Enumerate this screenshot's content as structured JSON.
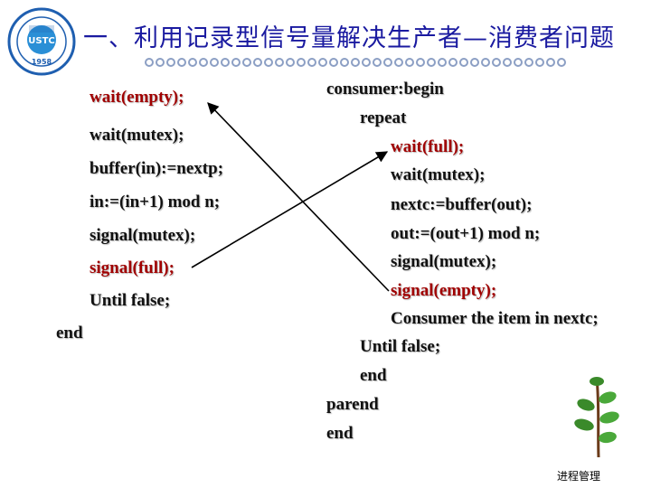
{
  "title": "一、利用记录型信号量解决生产者—消费者问题",
  "logo": {
    "text": "USTC",
    "year": "1958",
    "accent": "#1f5fb0",
    "center": "#2a8fd6"
  },
  "producer": [
    "wait(empty);",
    "wait(mutex);",
    "buffer(in):=nextp;",
    "in:=(in+1) mod n;",
    "signal(mutex);",
    "signal(full);",
    "Until false;",
    "end"
  ],
  "consumer": [
    "consumer:begin",
    "repeat",
    "wait(full);",
    "wait(mutex);",
    "nextc:=buffer(out);",
    "out:=(out+1) mod n;",
    "signal(mutex);",
    "signal(empty);",
    "Consumer the item in nextc;",
    "Until false;",
    "end",
    "parend",
    "end"
  ],
  "footer": "进程管理",
  "colors": {
    "title": "#1a1aa0",
    "highlight": "#a00000",
    "text": "#111111",
    "dots": "#8c9fc4"
  },
  "icons": {
    "logo": "university-seal-icon",
    "plant": "sprout-icon"
  }
}
